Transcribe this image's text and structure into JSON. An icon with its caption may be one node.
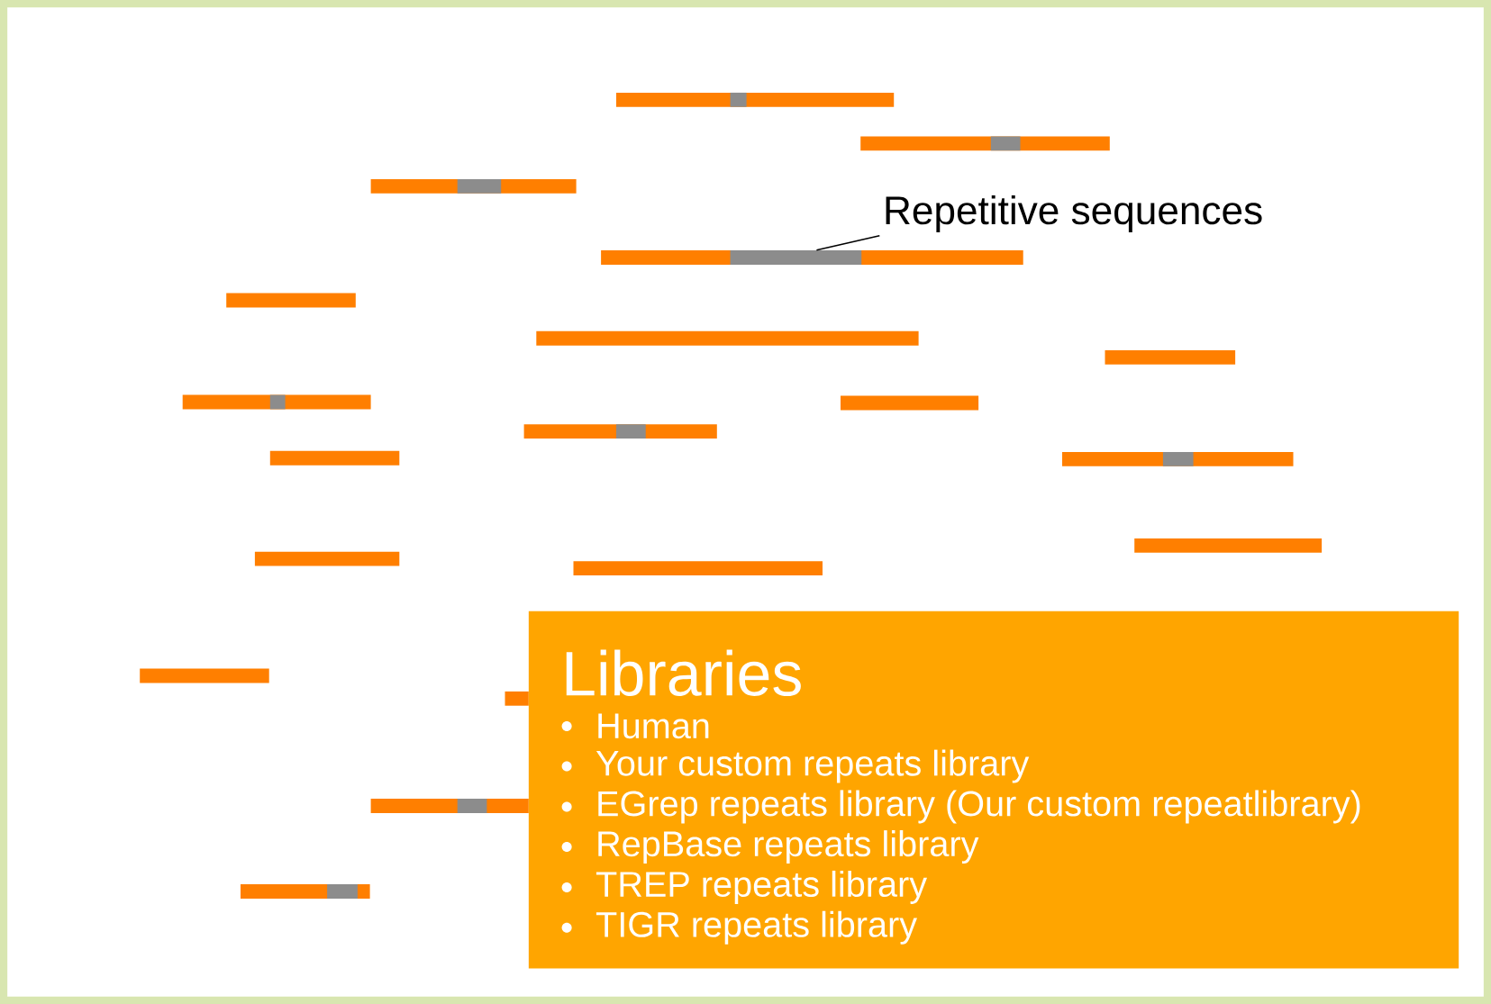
{
  "diagram": {
    "nodes": [
      {
        "text": [
          "Repetitive sequences"
        ]
      },
      {
        "text": [],
        "shape": "bar"
      },
      {
        "text": [
          "Libraries",
          "Human",
          "Your custom repeats library",
          "EGrep repeats library (Our custom repeatlibrary)",
          "RepBase repeats library",
          "TREP repeats library",
          "TIGR repeats library"
        ]
      }
    ],
    "edges": [
      {
        "from": 0,
        "to": 1,
        "arrow": "none"
      }
    ]
  }
}
